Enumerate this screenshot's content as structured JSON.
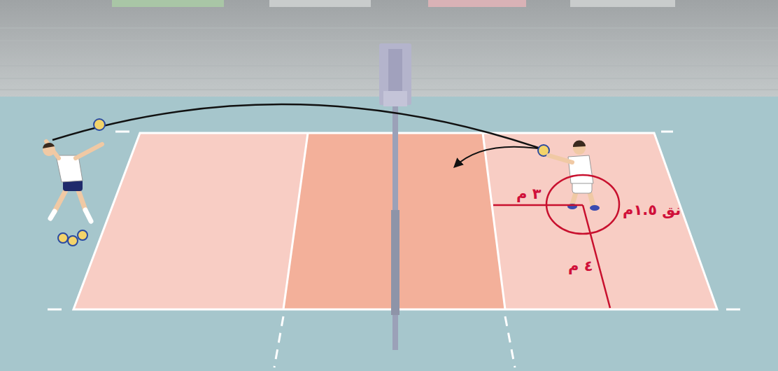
{
  "diagram": {
    "labels": [
      "٣ م",
      "٤ م",
      "نق ١.٥م"
    ]
  }
}
